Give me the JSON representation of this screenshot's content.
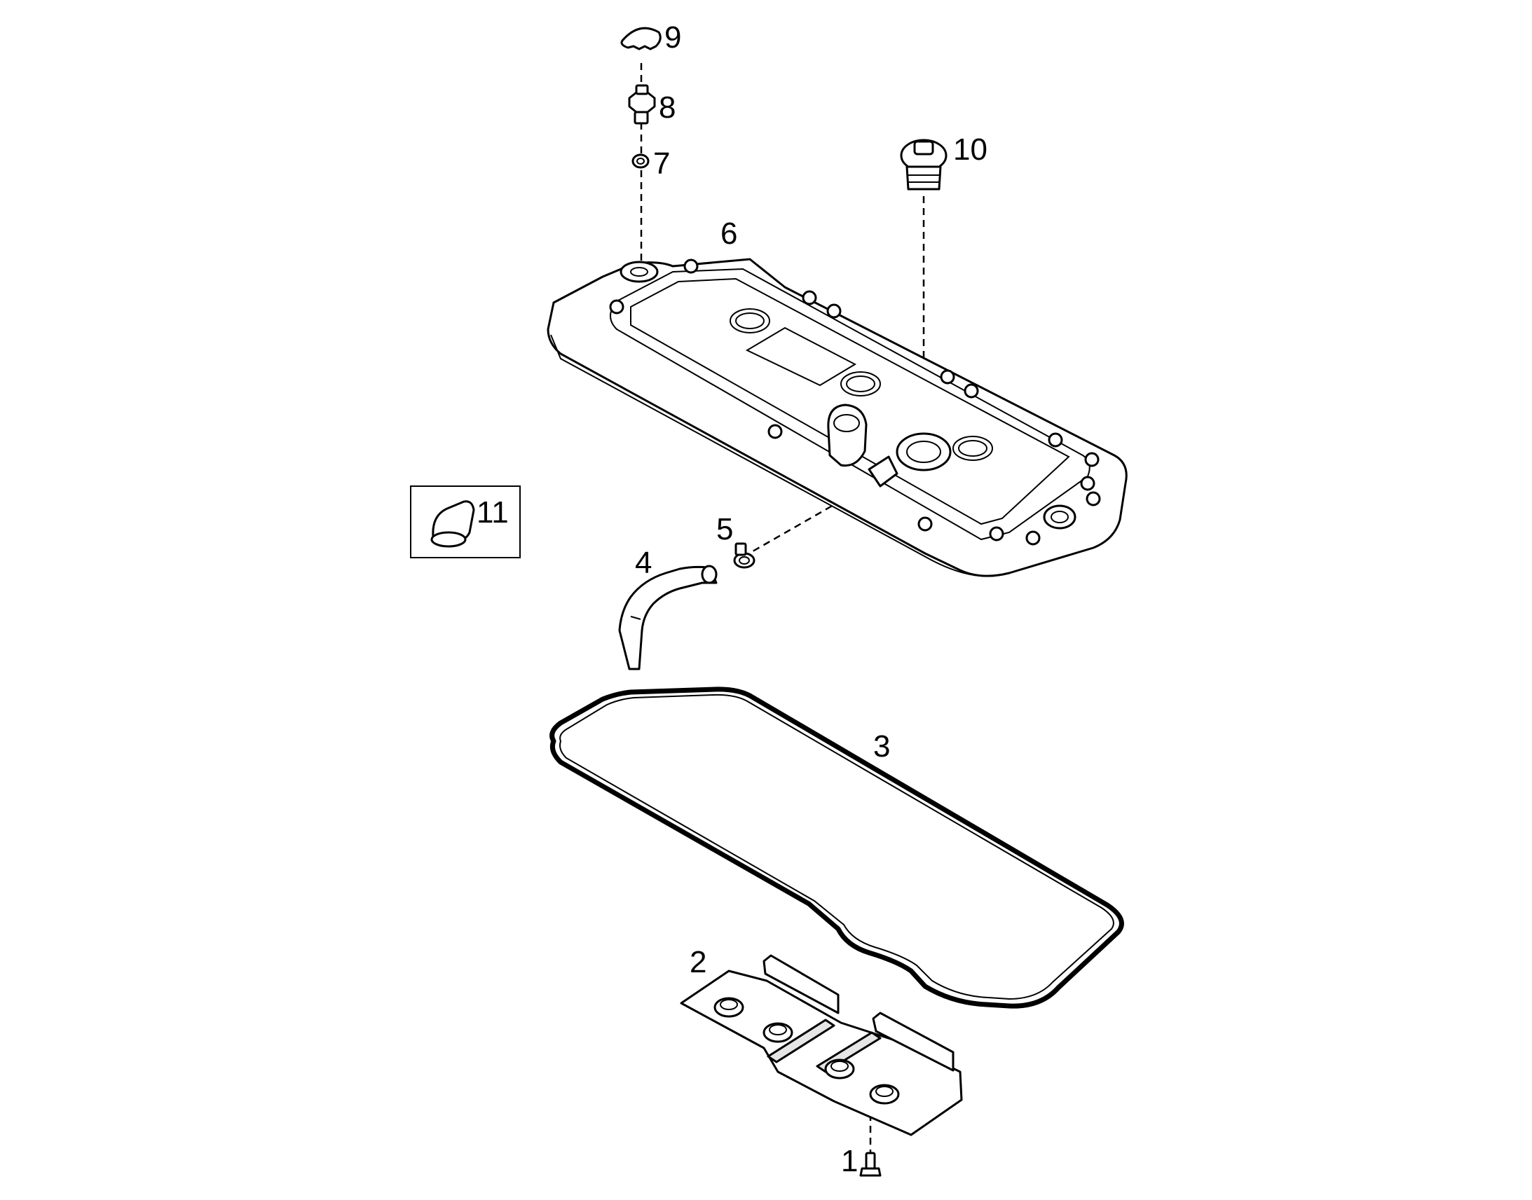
{
  "diagram": {
    "parts": [
      {
        "id": "1",
        "label": "1"
      },
      {
        "id": "2",
        "label": "2"
      },
      {
        "id": "3",
        "label": "3"
      },
      {
        "id": "4",
        "label": "4"
      },
      {
        "id": "5",
        "label": "5"
      },
      {
        "id": "6",
        "label": "6"
      },
      {
        "id": "7",
        "label": "7"
      },
      {
        "id": "8",
        "label": "8"
      },
      {
        "id": "9",
        "label": "9"
      },
      {
        "id": "10",
        "label": "10"
      },
      {
        "id": "11",
        "label": "11"
      }
    ]
  }
}
